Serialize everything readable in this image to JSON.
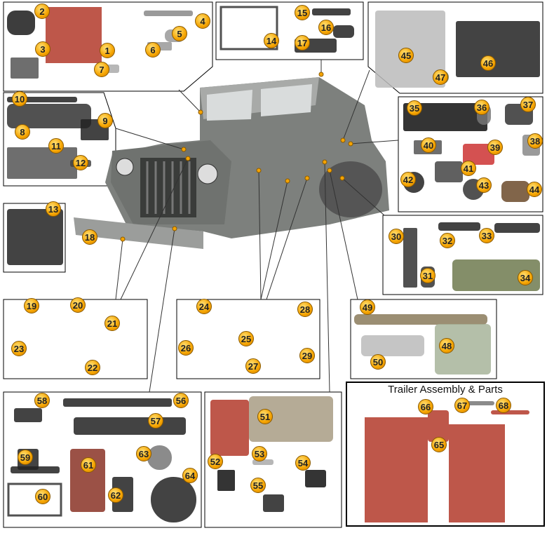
{
  "trailer_section": {
    "title": "Trailer Assembly & Parts"
  },
  "part_numbers": [
    "1",
    "2",
    "3",
    "4",
    "5",
    "6",
    "7",
    "8",
    "9",
    "10",
    "11",
    "12",
    "13",
    "14",
    "15",
    "16",
    "17",
    "18",
    "19",
    "20",
    "21",
    "22",
    "23",
    "24",
    "25",
    "26",
    "27",
    "28",
    "29",
    "30",
    "31",
    "32",
    "33",
    "34",
    "35",
    "36",
    "37",
    "38",
    "39",
    "40",
    "41",
    "42",
    "43",
    "44",
    "45",
    "46",
    "47",
    "48",
    "49",
    "50",
    "51",
    "52",
    "53",
    "54",
    "55",
    "56",
    "57",
    "58",
    "59",
    "60",
    "61",
    "62",
    "63",
    "64",
    "65",
    "66",
    "67",
    "68"
  ],
  "colors": {
    "badge": "#f5a400",
    "jeep": "#8a8c8a",
    "red_part": "#b33a2a",
    "olive_part": "#6f7a4f",
    "black_part": "#1b1b1b"
  }
}
